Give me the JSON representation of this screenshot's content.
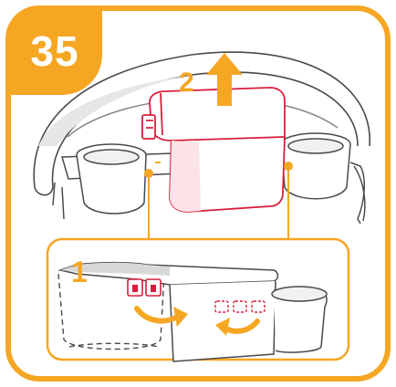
{
  "step_number": "35",
  "callouts": {
    "lift": "2",
    "release": "1"
  },
  "colors": {
    "accent": "#F5A623",
    "highlight": "#D81E3C",
    "line": "#4a4a4a",
    "shade": "#d8d8d8"
  },
  "icons": {
    "lift_arrow": "arrow-up-icon",
    "rotate_left": "curved-arrow-right-icon",
    "rotate_right": "curved-arrow-left-icon"
  }
}
